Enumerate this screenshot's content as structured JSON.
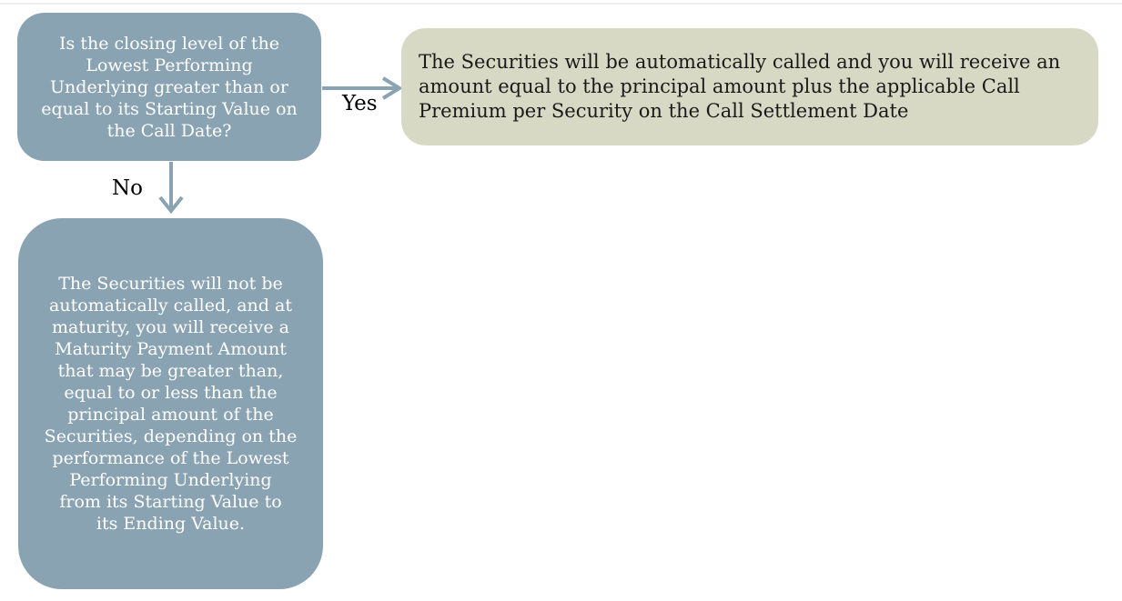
{
  "diagram": {
    "question_box": {
      "text": "Is the closing level of the\nLowest Performing\nUnderlying greater than or\nequal to its Starting Value on\nthe Call Date?"
    },
    "yes_label": "Yes",
    "no_label": "No",
    "yes_outcome_box": {
      "text": "The Securities will be automatically called and you will receive an\namount equal to the principal amount plus the applicable Call\nPremium per Security on the Call Settlement Date"
    },
    "no_outcome_box": {
      "text": "The Securities will not be\nautomatically called, and at\nmaturity, you will receive a\nMaturity Payment Amount\nthat may be greater than,\nequal to or less than the\nprincipal amount of the\nSecurities, depending on the\nperformance of the Lowest\nPerforming Underlying\nfrom its Starting Value to\nits Ending Value."
    },
    "colors": {
      "question_box_bg": "#8AA3B2",
      "no_outcome_box_bg": "#8AA3B2",
      "yes_outcome_box_bg": "#D8D9C4",
      "arrow": "#8AA3B2",
      "question_text": "#FFFFFF",
      "no_outcome_text": "#FFFFFF",
      "yes_outcome_text": "#1A1A1A",
      "branch_label_text": "#000000"
    }
  }
}
